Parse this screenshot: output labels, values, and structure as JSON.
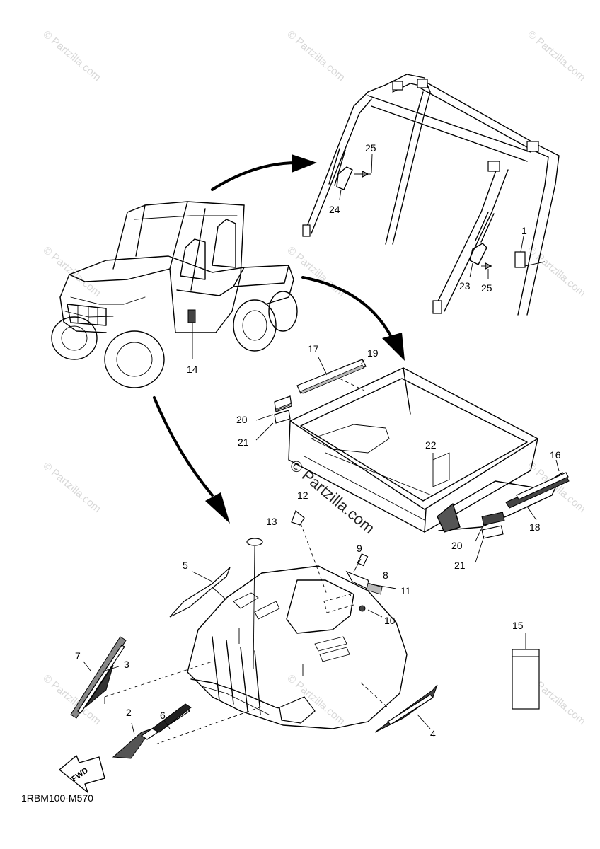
{
  "diagram_code": "1RBM100-M570",
  "watermark": "© Partzilla.com",
  "fwd_label": "FWD",
  "callouts": {
    "c1": "1",
    "c2": "2",
    "c3": "3",
    "c4": "4",
    "c5": "5",
    "c6": "6",
    "c7": "7",
    "c8": "8",
    "c9": "9",
    "c10": "10",
    "c11": "11",
    "c12": "12",
    "c13": "13",
    "c14": "14",
    "c15": "15",
    "c16": "16",
    "c17": "17",
    "c18": "18",
    "c19": "19",
    "c20a": "20",
    "c20b": "20",
    "c21a": "21",
    "c21b": "21",
    "c22": "22",
    "c23": "23",
    "c24": "24",
    "c25a": "25",
    "c25b": "25"
  }
}
